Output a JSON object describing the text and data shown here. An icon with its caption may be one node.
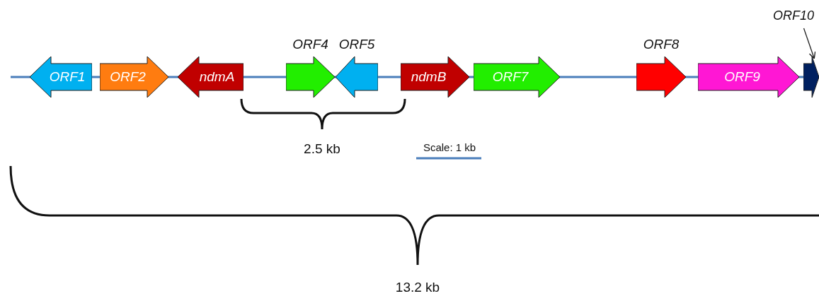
{
  "diagram": {
    "nodes": [
      {
        "text": [
          "ORF1"
        ]
      },
      {
        "text": [
          "ORF2"
        ]
      },
      {
        "text": [
          "ndmA"
        ]
      },
      {
        "text": [
          "ORF4"
        ]
      },
      {
        "text": [
          "ORF5"
        ]
      },
      {
        "text": [
          "ndmB"
        ]
      },
      {
        "text": [
          "ORF7"
        ]
      },
      {
        "text": [
          "ORF8"
        ]
      },
      {
        "text": [
          "ORF9"
        ]
      },
      {
        "text": [
          "ORF10"
        ]
      },
      {
        "text": [],
        "shape": "arrow"
      }
    ],
    "edges": [
      {
        "from": 9,
        "to": 10,
        "arrow": "to"
      }
    ],
    "labels": [
      "2.5 kb",
      "Scale: 1 kb",
      "13.2 kb"
    ]
  }
}
